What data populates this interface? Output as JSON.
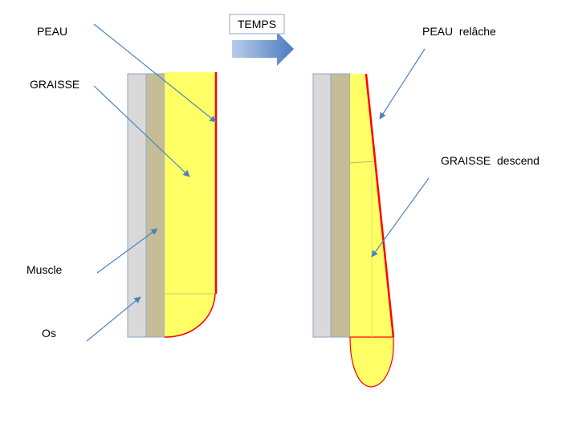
{
  "labels": {
    "peau": "PEAU",
    "graisse": "GRAISSE",
    "muscle": "Muscle",
    "os": "Os",
    "temps": "TEMPS",
    "peau_relache": "PEAU  relâche",
    "graisse_descend": "GRAISSE  descend"
  },
  "colors": {
    "bone": "#d9d9d9",
    "muscle": "#c4bd97",
    "fat": "#ffff66",
    "skin": "#ff0000",
    "arrow": "#4f81bd",
    "outline": "#8ea6c8"
  }
}
